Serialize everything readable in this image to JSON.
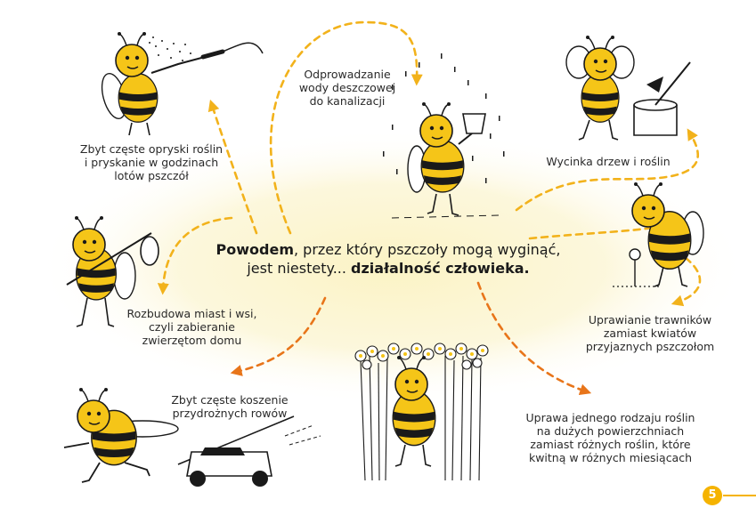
{
  "colors": {
    "bee_yellow": "#f5c518",
    "bee_black": "#1a1a1a",
    "arrow_yellow": "#f2b21b",
    "arrow_orange": "#e8751a",
    "glow": "#fbf3c4",
    "badge": "#f5b300"
  },
  "center": {
    "word1": "Powodem",
    "text1": ", przez który pszczoły mogą wyginąć,",
    "text2": "jest niestety... ",
    "word2": "działalność człowieka."
  },
  "captions": {
    "spray": [
      "Zbyt częste opryski roślin",
      "i pryskanie w godzinach",
      "lotów pszczół"
    ],
    "rain": [
      "Odprowadzanie",
      "wody deszczowej",
      "do kanalizacji"
    ],
    "trees": [
      "Wycinka drzew i roślin"
    ],
    "city": [
      "Rozbudowa miast i wsi,",
      "czyli zabieranie",
      "zwierzętom domu"
    ],
    "lawn": [
      "Uprawianie trawników",
      "zamiast kwiatów",
      "przyjaznych pszczołom"
    ],
    "mowing": [
      "Zbyt częste koszenie",
      "przydrożnych rowów"
    ],
    "monoculture": [
      "Uprawa jednego rodzaju roślin",
      "na dużych powierzchniach",
      "zamiast różnych roślin, które",
      "kwitną w różnych miesiącach"
    ]
  },
  "icons": [
    "bee-sprayer-icon",
    "bee-bucket-icon",
    "bee-axe-icon",
    "bee-bundle-icon",
    "bee-flower-icon",
    "bee-mower-icon",
    "bee-flowers-icon"
  ],
  "page_number": "5"
}
